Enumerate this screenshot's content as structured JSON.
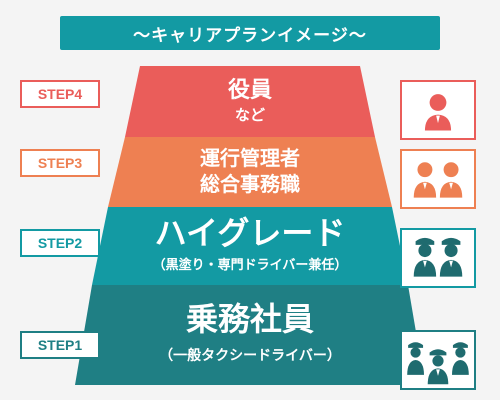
{
  "banner": {
    "title": "〜キャリアプランイメージ〜"
  },
  "levels": [
    {
      "step": "STEP4",
      "title": "役員",
      "subtitle": "など"
    },
    {
      "step": "STEP3",
      "line1": "運行管理者",
      "line2": "総合事務職"
    },
    {
      "step": "STEP2",
      "title": "ハイグレード",
      "subtitle": "（黒塗り・専門ドライバー兼任）"
    },
    {
      "step": "STEP1",
      "title": "乗務社員",
      "subtitle": "（一般タクシードライバー）"
    }
  ],
  "icons": {
    "step4": "executive-person-icon",
    "step3": "office-staff-icon",
    "step2": "driver-with-cap-icon",
    "step1": "driver-with-cap-icon"
  },
  "colors": {
    "banner": "#139aa3",
    "step4": "#ea5d5a",
    "step3": "#ee8052",
    "step2": "#139aa3",
    "step1": "#1f7f84",
    "person_step4": "#ea5d5a",
    "person_step3": "#ee8052",
    "person_driver": "#1f6b6f"
  }
}
